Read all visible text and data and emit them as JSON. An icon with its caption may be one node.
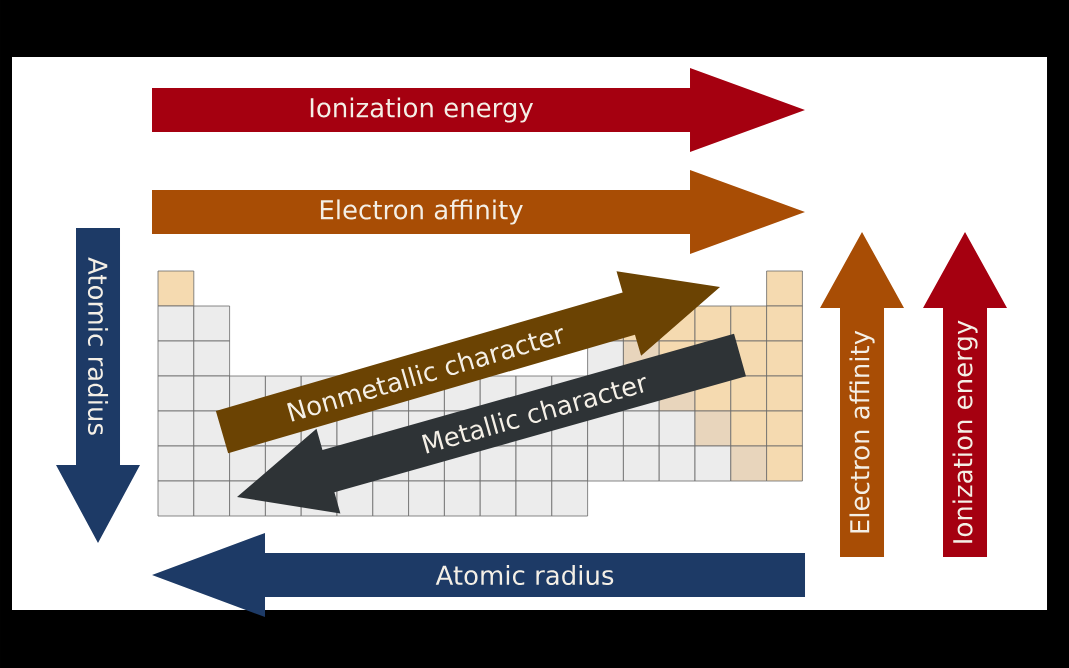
{
  "diagram": {
    "labels": [
      "Ionization energy",
      "Electron affinity",
      "Atomic radius",
      "Nonmetallic character",
      "Metallic character",
      "Electron affinity",
      "Ionization energy",
      "Atomic radius"
    ]
  }
}
